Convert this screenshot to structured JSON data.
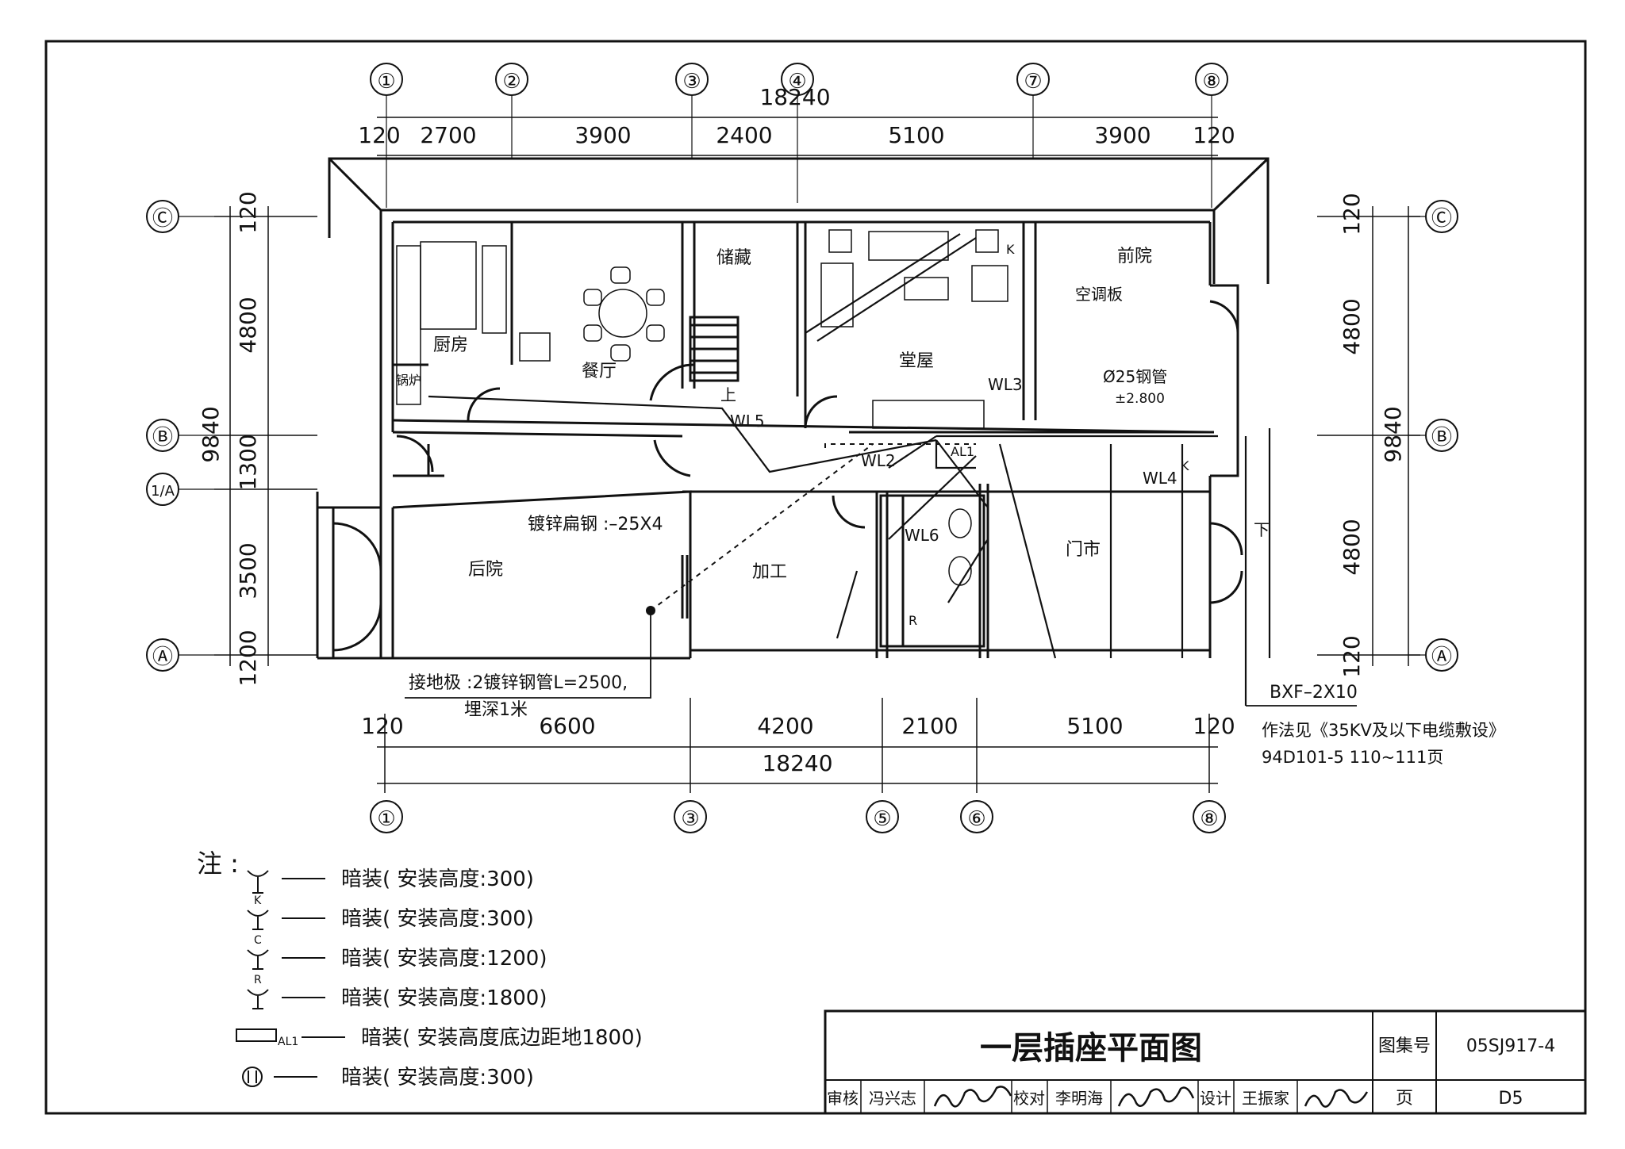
{
  "axes": {
    "top": [
      "①",
      "②",
      "③",
      "④",
      "⑦",
      "⑧"
    ],
    "bottom": [
      "①",
      "③",
      "⑤",
      "⑥",
      "⑧"
    ],
    "left": [
      "Ⓒ",
      "Ⓑ",
      "1/A",
      "Ⓐ"
    ],
    "right": [
      "Ⓒ",
      "Ⓑ",
      "Ⓐ"
    ]
  },
  "dims": {
    "top_total": "18240",
    "top": [
      "120",
      "2700",
      "3900",
      "2400",
      "5100",
      "3900",
      "120"
    ],
    "bottom_total": "18240",
    "bottom": [
      "120",
      "6600",
      "4200",
      "2100",
      "5100",
      "120"
    ],
    "left_total": "9840",
    "left": [
      "120",
      "4800",
      "1300",
      "3500",
      "1200"
    ],
    "right_total": "9840",
    "right": [
      "120",
      "4800",
      "4800",
      "120"
    ]
  },
  "rooms": {
    "kitchen": "厨房",
    "dining": "餐厅",
    "storage": "储藏",
    "hall": "堂屋",
    "front_yard": "前院",
    "back_yard": "后院",
    "workshop": "加工",
    "shop": "门市",
    "stove": "锅炉"
  },
  "labels": {
    "up": "上",
    "down": "下",
    "ac_board": "空调板",
    "pipe": "Ø25钢管",
    "elev": "±2.800",
    "wl2": "WL2",
    "wl3": "WL3",
    "wl4": "WL4",
    "wl5": "WL5",
    "wl6": "WL6",
    "al1": "AL1",
    "k": "K",
    "r": "R",
    "flat_steel": "镀锌扁钢 :–25X4",
    "ground_1": "接地极 :2镀锌钢管L=2500,",
    "ground_2": "埋深1米",
    "cable": "BXF–2X10",
    "method_1": "作法见《35KV及以下电缆敷设》",
    "method_2": "94D101-5  110~111页"
  },
  "legend": {
    "title": "注 :",
    "items": [
      {
        "mark": "",
        "text": "暗装( 安装高度:300)"
      },
      {
        "mark": "K",
        "text": "暗装( 安装高度:300)"
      },
      {
        "mark": "C",
        "text": "暗装( 安装高度:1200)"
      },
      {
        "mark": "R",
        "text": "暗装( 安装高度:1800)"
      },
      {
        "mark": "AL1",
        "text": "暗装( 安装高度底边距地1800)"
      },
      {
        "mark": "",
        "text": "暗装( 安装高度:300)"
      }
    ]
  },
  "titleblock": {
    "title": "一层插座平面图",
    "atlas_label": "图集号",
    "atlas_no": "05SJ917-4",
    "review": "审核",
    "reviewer": "冯兴志",
    "check": "校对",
    "checker": "李明海",
    "design": "设计",
    "designer": "王振家",
    "page_label": "页",
    "page_no": "D5"
  }
}
